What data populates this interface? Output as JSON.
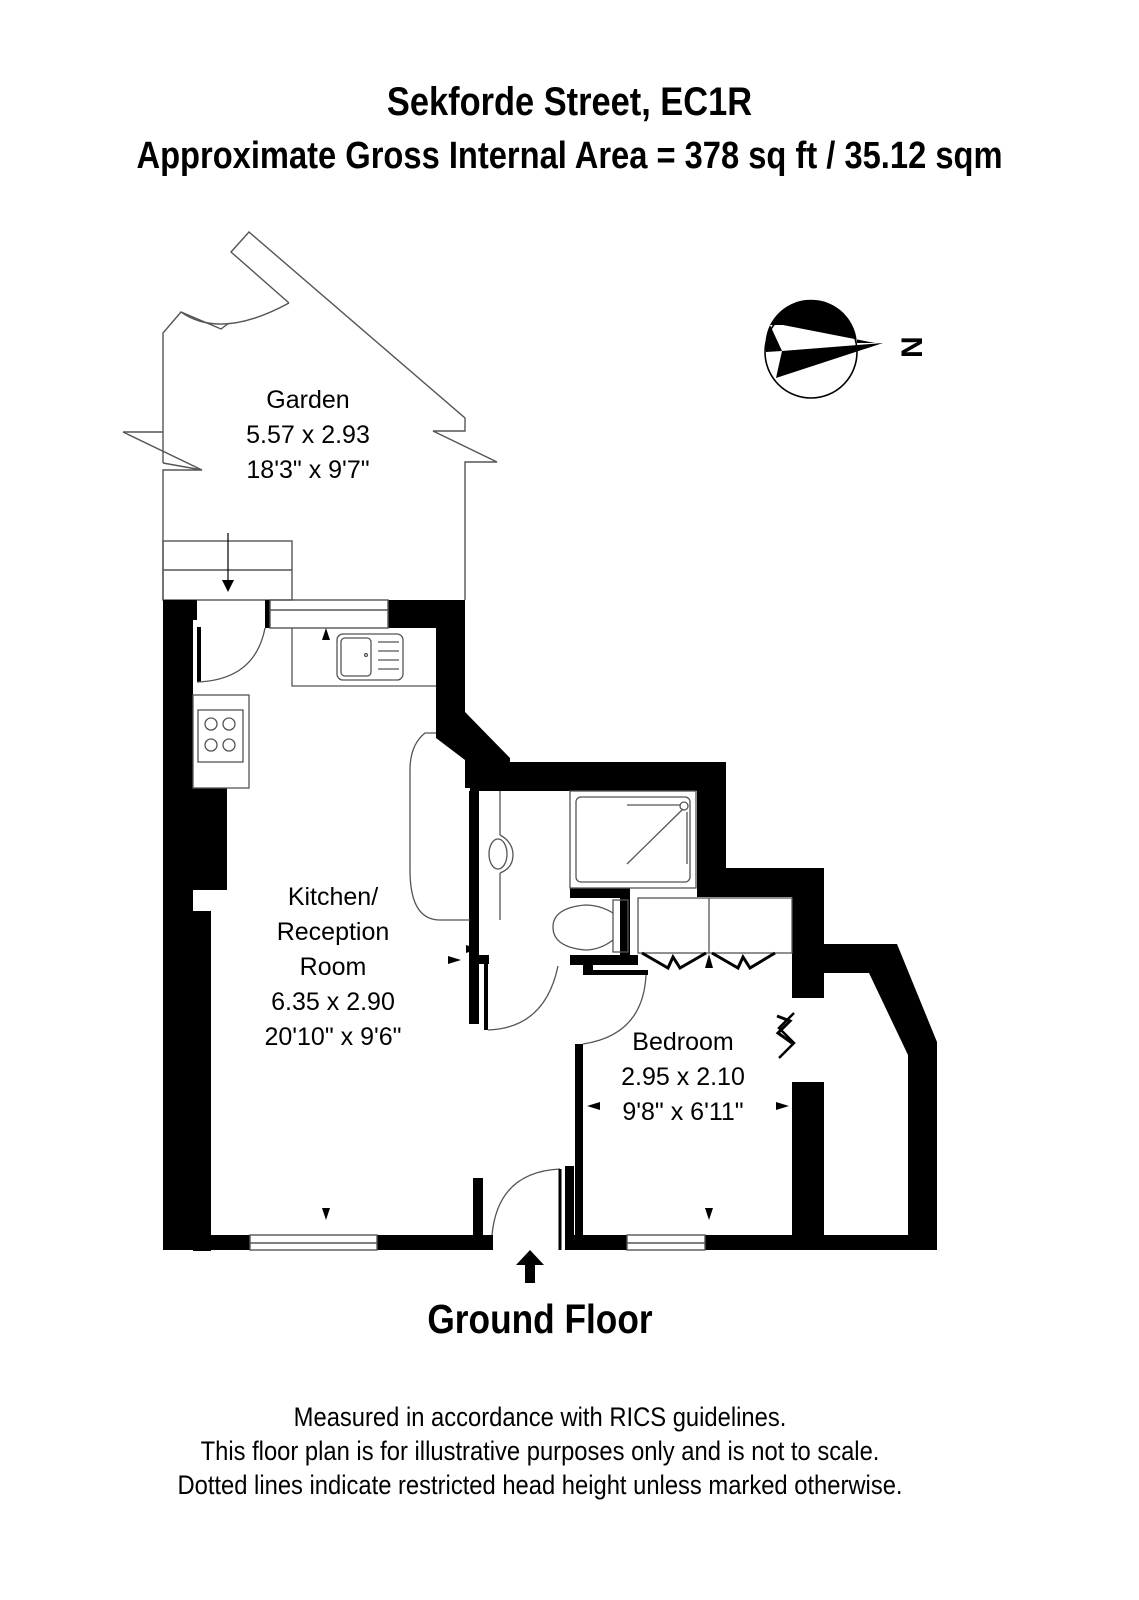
{
  "header": {
    "title": "Sekforde Street, EC1R",
    "area": "Approximate Gross Internal Area = 378 sq ft / 35.12 sqm"
  },
  "compass": {
    "icon": "north-compass-icon",
    "label": "N"
  },
  "rooms": [
    {
      "name": "Garden",
      "metric": "5.57 x 2.93",
      "imperial": "18'3\" x 9'7\""
    },
    {
      "name_line1": "Kitchen/",
      "name_line2": "Reception",
      "name_line3": "Room",
      "metric": "6.35 x 2.90",
      "imperial": "20'10\" x 9'6\""
    },
    {
      "name": "Bedroom",
      "metric": "2.95 x 2.10",
      "imperial": "9'8\" x 6'11\""
    }
  ],
  "floor": {
    "label": "Ground Floor",
    "entrance_icon": "entrance-arrow-icon"
  },
  "footer": {
    "lines": [
      "Measured in accordance with RICS guidelines.",
      "This floor plan is for illustrative purposes only and is not to scale.",
      "Dotted lines indicate restricted head height unless marked otherwise."
    ]
  },
  "colors": {
    "wall": "#000000",
    "fixture_line": "#555555",
    "background": "#ffffff"
  }
}
